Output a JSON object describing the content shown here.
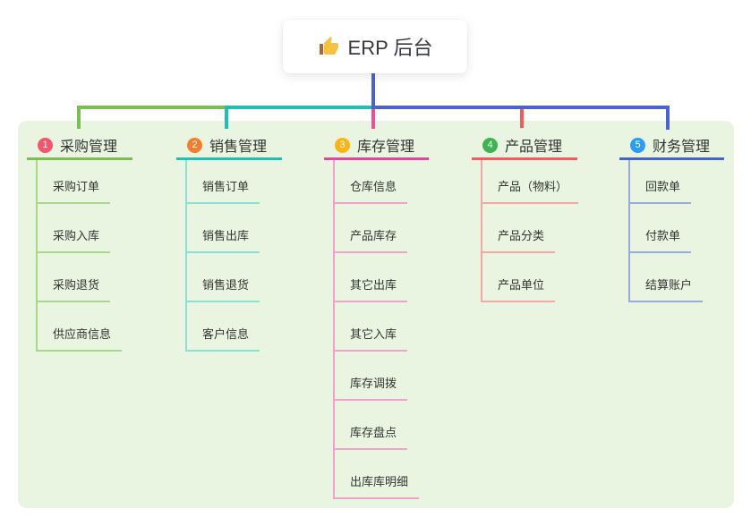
{
  "root": {
    "title": "ERP 后台",
    "icon": "thumbs-up-icon",
    "link_color": "#4c63cf"
  },
  "canvas": {
    "panel_color": "#e9f5e1"
  },
  "branches": [
    {
      "badge": "1",
      "badge_color": "#f2566d",
      "label": "采购管理",
      "line_color": "#7cbe4f",
      "child_line_color": "#abd68d",
      "items": [
        "采购订单",
        "采购入库",
        "采购退货",
        "供应商信息"
      ]
    },
    {
      "badge": "2",
      "badge_color": "#f57d2e",
      "label": "销售管理",
      "line_color": "#1fc0b2",
      "child_line_color": "#8adfd6",
      "items": [
        "销售订单",
        "销售出库",
        "销售退货",
        "客户信息"
      ]
    },
    {
      "badge": "3",
      "badge_color": "#fcb315",
      "label": "库存管理",
      "line_color": "#e2479f",
      "child_line_color": "#f2a0cd",
      "items": [
        "仓库信息",
        "产品库存",
        "其它出库",
        "其它入库",
        "库存调拨",
        "库存盘点",
        "出库库明细"
      ]
    },
    {
      "badge": "4",
      "badge_color": "#3cb452",
      "label": "产品管理",
      "line_color": "#f25c5c",
      "child_line_color": "#f8a5a5",
      "items": [
        "产品（物料）",
        "产品分类",
        "产品单位"
      ]
    },
    {
      "badge": "5",
      "badge_color": "#2d9cf4",
      "label": "财务管理",
      "line_color": "#4564cb",
      "child_line_color": "#96abdf",
      "items": [
        "回款单",
        "付款单",
        "结算账户"
      ]
    }
  ]
}
